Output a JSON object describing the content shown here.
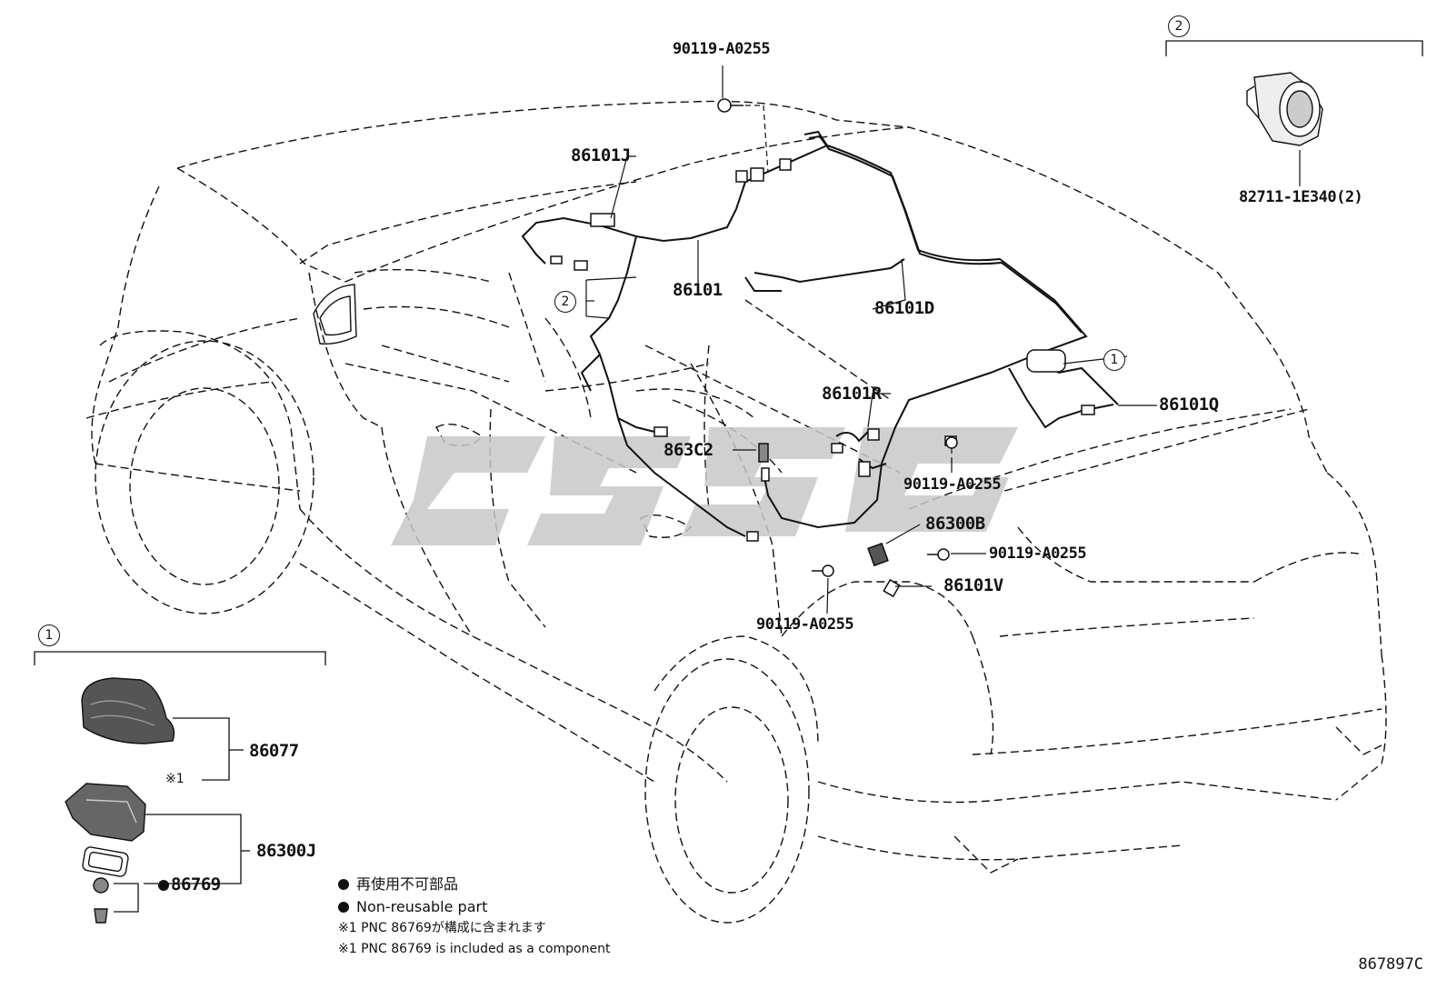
{
  "diagram": {
    "callouts": {
      "one": "1",
      "two": "2"
    },
    "parts": {
      "bolt_top": "90119-A0255",
      "harness_j": "86101J",
      "harness_main": "86101",
      "harness_d": "86101D",
      "harness_r": "86101R",
      "harness_q": "86101Q",
      "connector_c2": "863C2",
      "bolt_mid": "90119-A0255",
      "antenna_b": "86300B",
      "bolt_right": "90119-A0255",
      "harness_v": "86101V",
      "bolt_bottom": "90119-A0255",
      "holder": "82711-1E340(2)",
      "cover": "86077",
      "antenna_j": "86300J",
      "gasket_part": "86769"
    },
    "reference_mark": "※1",
    "legend": {
      "jp_nonreusable": "再使用不可部品",
      "en_nonreusable": "Non-reusable part",
      "jp_note": "※1 PNC 86769が構成に含まれます",
      "en_note": "※1 PNC 86769 is included as a component"
    },
    "document_number": "867897C",
    "colors": {
      "line": "#111111",
      "watermark": "#c8c8c8",
      "part_fill": "#555555"
    }
  }
}
